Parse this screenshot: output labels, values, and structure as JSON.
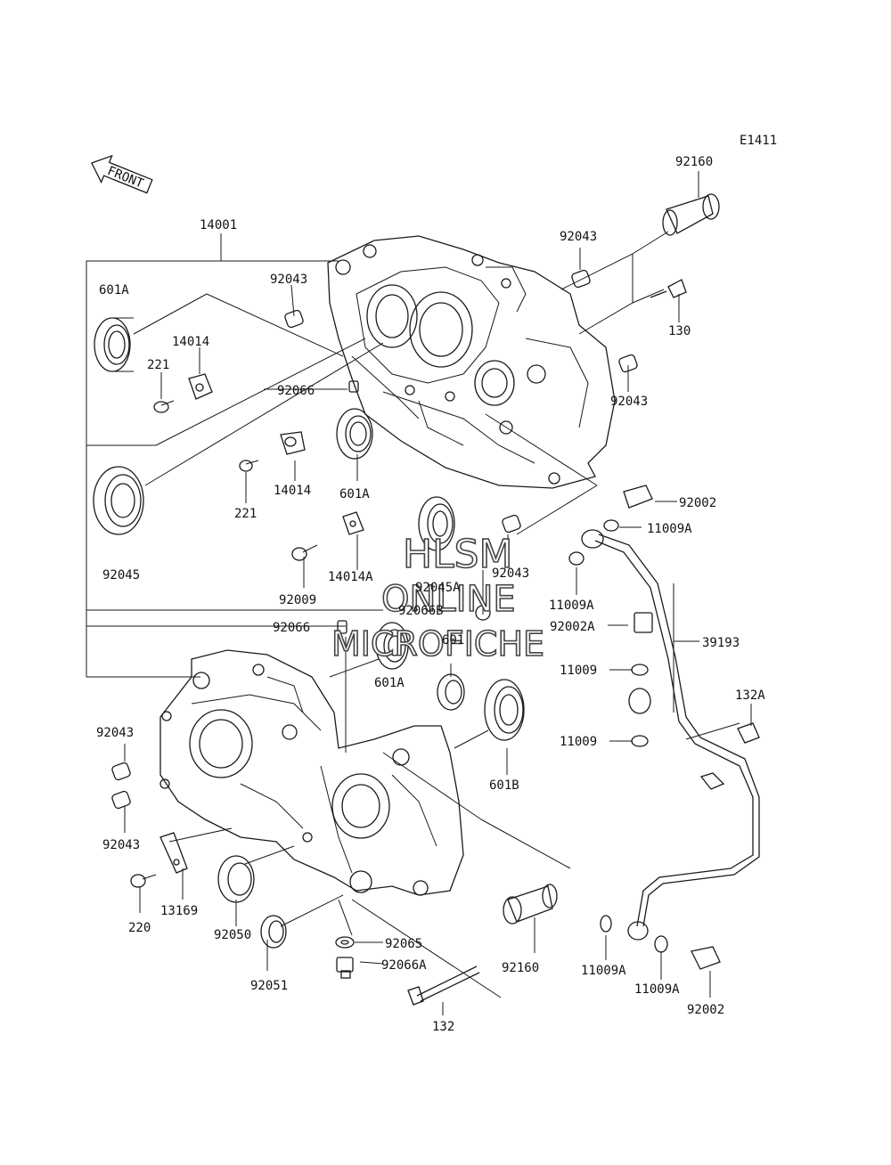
{
  "diagram_code": "E1411",
  "front_label": "FRONT",
  "watermark": {
    "line1": "HLSM",
    "line2": "ONLINE",
    "line3": "MICROFICHE"
  },
  "labels": {
    "p14001": "14001",
    "p601A_top": "601A",
    "p14014_top": "14014",
    "p221_top": "221",
    "p92066_top": "92066",
    "p92043_upper_mid": "92043",
    "p92043_top_right": "92043",
    "p92160_top": "92160",
    "p130": "130",
    "p92043_right": "92043",
    "p14014_mid": "14014",
    "p221_mid": "221",
    "p601A_mid": "601A",
    "p92045": "92045",
    "p14014A": "14014A",
    "p92009": "92009",
    "p92043_center": "92043",
    "p92045A": "92045A",
    "p92066B": "92066B",
    "p92066_bottom": "92066",
    "p601": "601",
    "p601A_low": "601A",
    "p601B": "601B",
    "p92002_top": "92002",
    "p11009A_1": "11009A",
    "p11009A_2": "11009A",
    "p92002A": "92002A",
    "p39193": "39193",
    "p11009_1": "11009",
    "p11009_2": "11009",
    "p132A": "132A",
    "p92043_left1": "92043",
    "p92043_left2": "92043",
    "p220": "220",
    "p13169": "13169",
    "p92050": "92050",
    "p92051": "92051",
    "p92065": "92065",
    "p92066A": "92066A",
    "p132": "132",
    "p92160_bottom": "92160",
    "p11009A_3": "11009A",
    "p11009A_4": "11009A",
    "p92002_bottom": "92002"
  }
}
